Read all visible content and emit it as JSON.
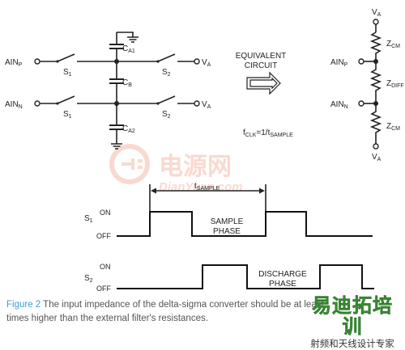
{
  "circuit": {
    "ain_p": "AIN",
    "ain_p_sub": "P",
    "ain_n": "AIN",
    "ain_n_sub": "N",
    "s1": "S",
    "s1_sub": "1",
    "s2": "S",
    "s2_sub": "2",
    "ca1": "C",
    "ca1_sub": "A1",
    "cb": "C",
    "cb_sub": "B",
    "ca2": "C",
    "ca2_sub": "A2",
    "va": "V",
    "va_sub": "A"
  },
  "equivalent": {
    "title_line1": "EQUIVALENT",
    "title_line2": "CIRCUIT",
    "fclk_f": "f",
    "fclk_sub": "CLK",
    "fclk_eq": "=1/t",
    "fclk_sample_sub": "SAMPLE",
    "va": "V",
    "va_sub": "A",
    "zcm": "Z",
    "zcm_sub": "CM",
    "zdiff": "Z",
    "zdiff_sub": "DIFF",
    "ain_p": "AIN",
    "ain_p_sub": "P",
    "ain_n": "AIN",
    "ain_n_sub": "N"
  },
  "timing": {
    "t_label": "t",
    "t_sub": "SAMPLE",
    "s1": "S",
    "s1_sub": "1",
    "s2": "S",
    "s2_sub": "2",
    "on": "ON",
    "off": "OFF",
    "sample_line1": "SAMPLE",
    "sample_line2": "PHASE",
    "discharge_line1": "DISCHARGE",
    "discharge_line2": "PHASE"
  },
  "watermark_center": {
    "cn": "电源网",
    "en": "DianYuan.com"
  },
  "watermark_right": {
    "big": "易迪拓培训",
    "small": "射频和天线设计专家"
  },
  "caption": {
    "figure": "Figure 2",
    "text_line1": " The input impedance of the delta-sigma converter should be at least",
    "text_line2": "times higher than the external filter's resistances."
  },
  "colors": {
    "caption_figure": "#3b9fd1",
    "caption_text": "#555555",
    "watermark_orange": "#e8572a",
    "watermark_green": "#58b847"
  }
}
